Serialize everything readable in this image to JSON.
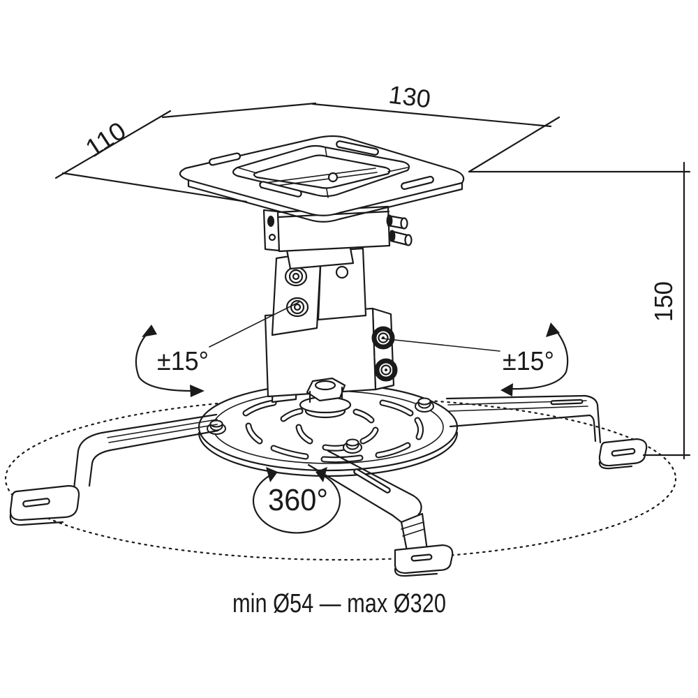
{
  "title": "projector-ceiling-mount-technical-drawing",
  "labels": {
    "width": "130",
    "depth": "110",
    "height": "150",
    "tilt_left": "±15°",
    "tilt_right": "±15°",
    "swivel": "360°",
    "caption": "min Ø54 — max Ø320"
  },
  "colors": {
    "line": "#1a1a1a",
    "background": "#ffffff"
  }
}
